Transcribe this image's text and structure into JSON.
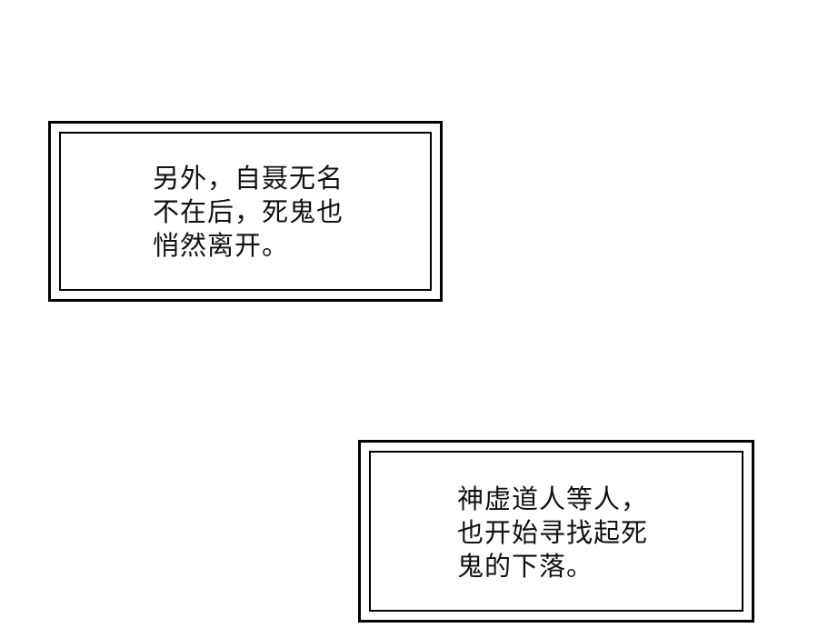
{
  "captions": [
    {
      "lines": [
        "另外，自聂无名",
        "不在后，死鬼也",
        "悄然离开。"
      ]
    },
    {
      "lines": [
        "神虚道人等人，",
        "也开始寻找起死",
        "鬼的下落。"
      ]
    }
  ],
  "colors": {
    "background": "#ffffff",
    "border": "#000000",
    "text": "#111111"
  }
}
